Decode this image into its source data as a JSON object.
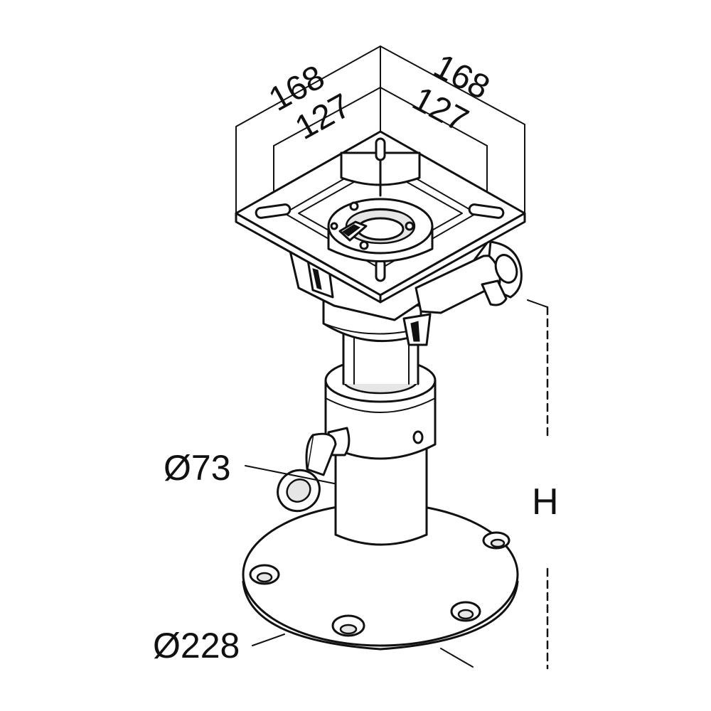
{
  "dimensions": {
    "plate_outer_left": "168",
    "plate_outer_right": "168",
    "hole_spacing_left": "127",
    "hole_spacing_right": "127",
    "column_diameter": "Ø73",
    "base_diameter": "Ø228",
    "height": "H"
  }
}
